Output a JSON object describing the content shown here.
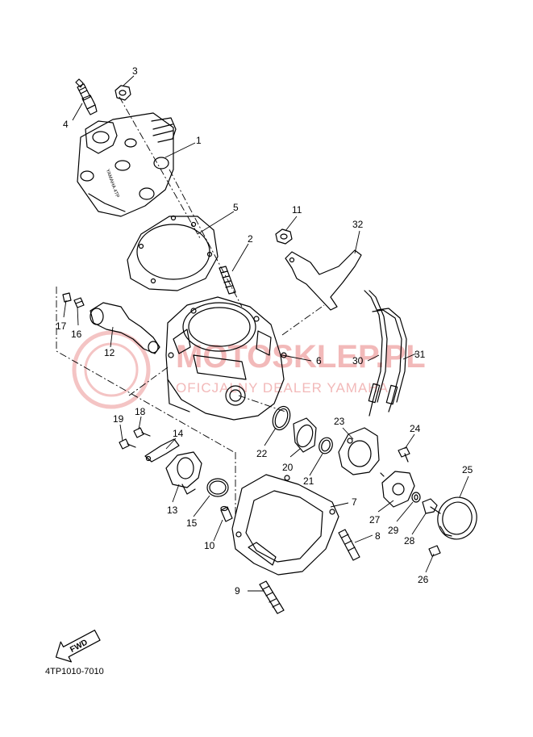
{
  "diagram_code": "4TP1010-7010",
  "fwd_label": "FWD",
  "watermark": {
    "main": "MOTOSKLEP.PL",
    "sub": "OFICJALNY DEALER YAMAHA"
  },
  "head_stamp": "YAMAHA 4TP",
  "callouts": {
    "c1": "1",
    "c2": "2",
    "c3": "3",
    "c4": "4",
    "c5": "5",
    "c6": "6",
    "c7": "7",
    "c8": "8",
    "c9": "9",
    "c10": "10",
    "c11": "11",
    "c12": "12",
    "c13": "13",
    "c14": "14",
    "c15": "15",
    "c16": "16",
    "c17": "17",
    "c18": "18",
    "c19": "19",
    "c20": "20",
    "c21": "21",
    "c22": "22",
    "c23": "23",
    "c24": "24",
    "c25": "25",
    "c26": "26",
    "c27": "27",
    "c28": "28",
    "c29": "29",
    "c30": "30",
    "c31": "31",
    "c32": "32"
  },
  "colors": {
    "line": "#000000",
    "watermark": "#f2b9b9",
    "background": "#ffffff"
  }
}
